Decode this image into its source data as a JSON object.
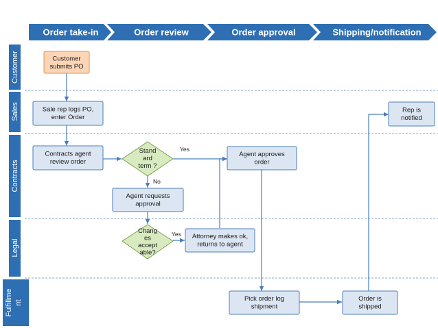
{
  "phases": [
    "Order take-in",
    "Order review",
    "Order approval",
    "Shipping/notification"
  ],
  "lanes": [
    "Customer",
    "Sales",
    "Contracts",
    "Legal",
    "Fulfillment"
  ],
  "colors": {
    "phase_fill": "#2e6fb4",
    "lane_fill": "#2e6fb4",
    "box_fill": "#dce6f2",
    "box_stroke": "#4a7ebb",
    "customer_fill": "#fbd5b5",
    "customer_stroke": "#d99654",
    "decision_fill": "#d8eac0",
    "decision_stroke": "#7aa34b",
    "line": "#4a7ebb",
    "lane_divider": "#8aa6cc"
  },
  "nodes": [
    {
      "id": "customer_po",
      "lines": [
        "Customer",
        "submits PO"
      ]
    },
    {
      "id": "sale_rep",
      "lines": [
        "Sale rep logs PO,",
        "enter Order"
      ]
    },
    {
      "id": "rep_notified",
      "lines": [
        "Rep is",
        "notified"
      ]
    },
    {
      "id": "contracts_review",
      "lines": [
        "Contracts agent",
        "review order"
      ]
    },
    {
      "id": "standard_term",
      "lines": [
        "Stand",
        "ard",
        "term ?"
      ]
    },
    {
      "id": "agent_approves",
      "lines": [
        "Agent approves",
        "order"
      ]
    },
    {
      "id": "agent_requests",
      "lines": [
        "Agent requests",
        "approval"
      ]
    },
    {
      "id": "changes_acceptable",
      "lines": [
        "Chang",
        "es",
        "accept",
        "able?"
      ]
    },
    {
      "id": "attorney",
      "lines": [
        "Attorney makes ok,",
        "returns to agent"
      ]
    },
    {
      "id": "pick_order",
      "lines": [
        "Pick order log",
        "shipment"
      ]
    },
    {
      "id": "order_shipped",
      "lines": [
        "Order is",
        "shipped"
      ]
    }
  ],
  "edge_labels": {
    "yes1": "Yes",
    "no": "No",
    "yes2": "Yes"
  }
}
